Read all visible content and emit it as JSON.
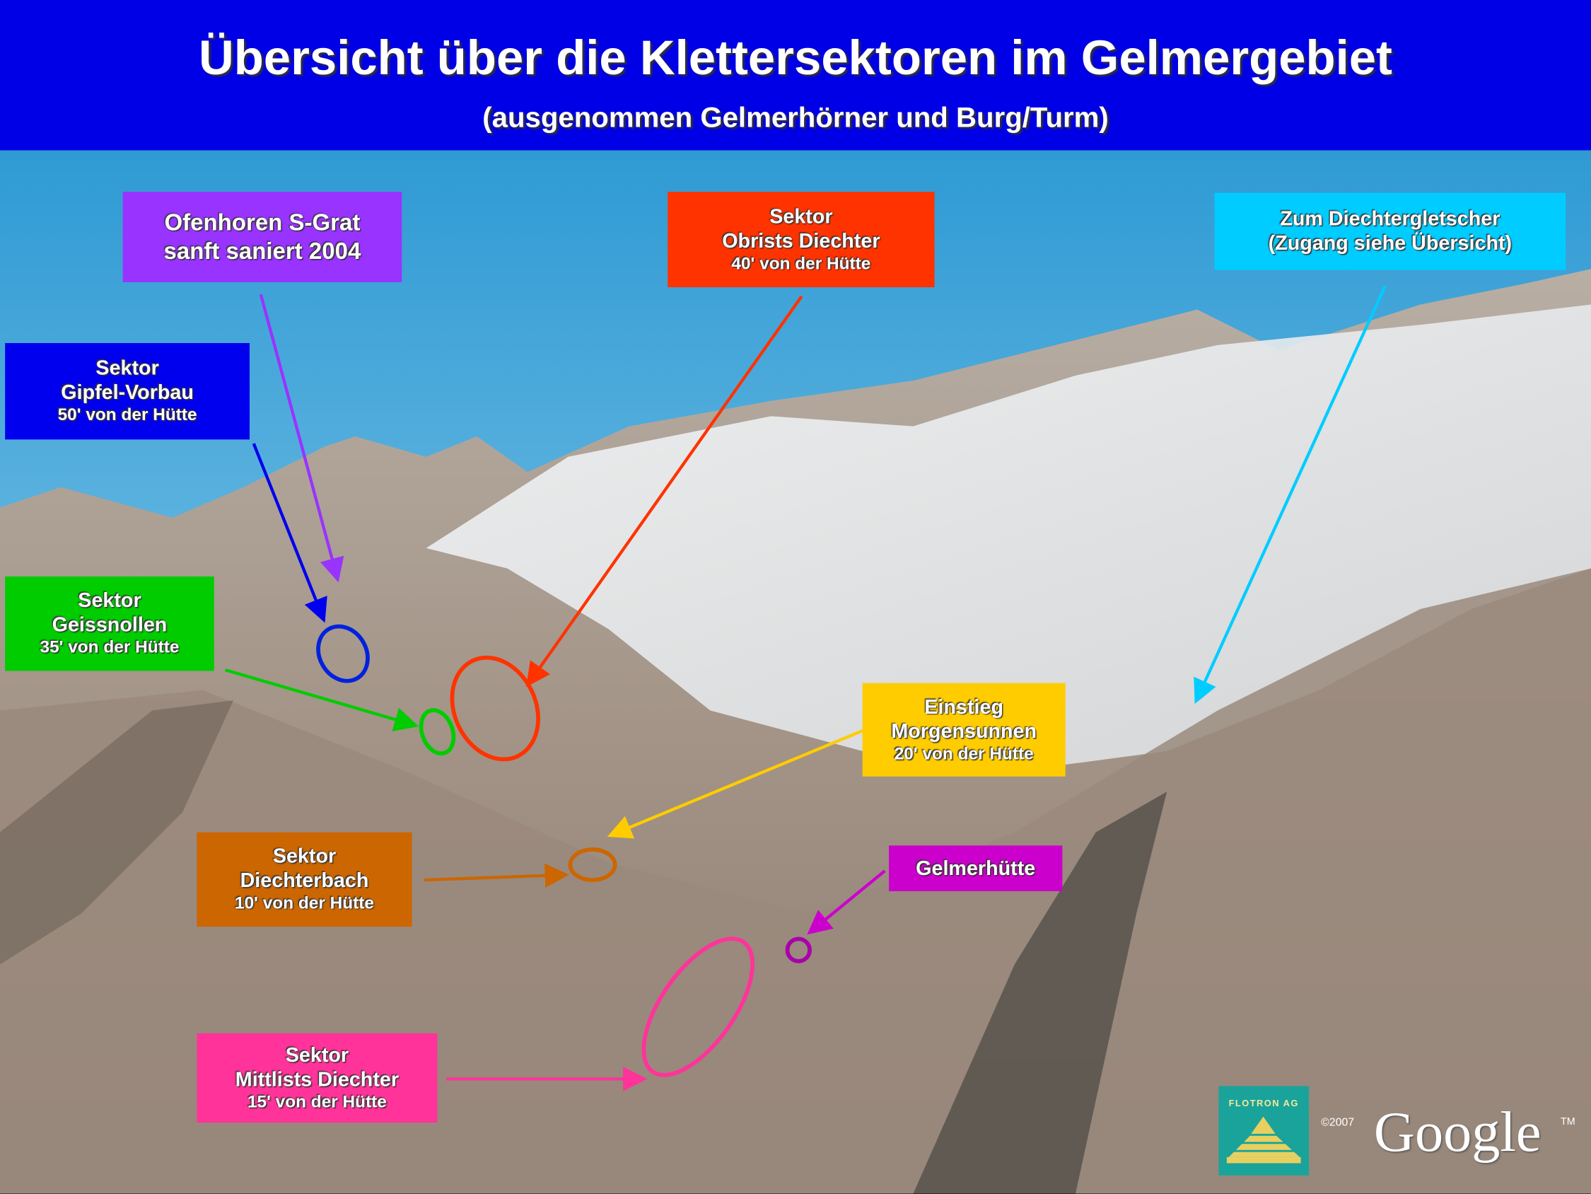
{
  "header": {
    "title": "Übersicht über die Klettersektoren im Gelmergebiet",
    "subtitle": "(ausgenommen Gelmerhörner und Burg/Turm)"
  },
  "labels": {
    "ofenhoren": {
      "line1": "Ofenhoren S-Grat",
      "line2": "sanft saniert 2004",
      "color": "#9933ff"
    },
    "obrists": {
      "line1": "Sektor",
      "line2": "Obrists Diechter",
      "line3": "40' von der Hütte",
      "color": "#ff3300"
    },
    "diechtergletscher": {
      "line1": "Zum Diechtergletscher",
      "line2": "(Zugang siehe Übersicht)",
      "color": "#00ccff"
    },
    "gipfel": {
      "line1": "Sektor",
      "line2": "Gipfel-Vorbau",
      "line3": "50' von der Hütte",
      "color": "#0000ee"
    },
    "geissnollen": {
      "line1": "Sektor",
      "line2": "Geissnollen",
      "line3": "35' von der Hütte",
      "color": "#00cc00"
    },
    "einstieg": {
      "line1": "Einstieg",
      "line2": "Morgensunnen",
      "line3": "20' von der Hütte",
      "color": "#ffcc00"
    },
    "diechterbach": {
      "line1": "Sektor",
      "line2": "Diechterbach",
      "line3": "10' von der Hütte",
      "color": "#cc6600"
    },
    "gelmerhuette": {
      "line1": "Gelmerhütte",
      "color": "#cc00cc"
    },
    "mittlists": {
      "line1": "Sektor",
      "line2": "Mittlists Diechter",
      "line3": "15' von der Hütte",
      "color": "#ff3399"
    }
  },
  "credits": {
    "logo_text": "FLOTRON AG",
    "copyright": "©2007",
    "google": "Google",
    "tm": "TM"
  }
}
